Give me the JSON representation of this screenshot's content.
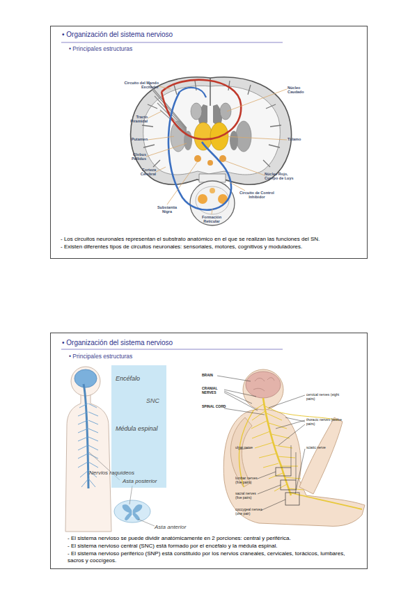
{
  "diagram": {
    "nodes": [
      {
        "text": [
          "• Organización del sistema nervioso",
          "• Principales estructuras",
          "- Los circuitos neuronales representan el substrato anatómico en el que se realizan las funciones del SN.",
          "- Existen diferentes tipos de circuitos neuronales: sensoriales, motores, cognitivos y moduladores."
        ]
      },
      {
        "text": [
          "• Organización del sistema nervioso",
          "• Principales estructuras",
          "- El sistema nervioso se puede dividir anatómicamente en 2 porciones: central y periférica.",
          "- El sistema nervioso central (SNC) está formado por el encéfalo y la médula espinal.",
          "- El sistema nervioso periférico (SNP) está constituido por los nervios craneales, cervicales, torácicos, lumbares, sacros y coccígeos."
        ]
      },
      {
        "text": [
          "Encéfalo",
          "SNC",
          "Médula espinal"
        ],
        "in": 1
      }
    ],
    "labels": [
      "Circuito del Mando Excitador",
      "Tracto Piramidal",
      "Putamen",
      "Globus Pallidus",
      "Corteza Cerebral",
      "Substantia Nigra",
      "Formación Reticular",
      "Circuito de Control Inhibidor",
      "Núcleo Rojo, Cuerpo de Luys",
      "Tálamo",
      "Núcleo Caudado",
      "Nervios raquídeos",
      "Asta posterior",
      "Asta anterior",
      "BRAIN",
      "CRANIAL NERVES",
      "SPINAL CORD",
      "cervical nerves (eight pairs)",
      "thoracic nerves (twelve pairs)",
      "ulnar nerve",
      "sciatic nerve",
      "lumbar nerves (five pairs)",
      "sacral nerves (five pairs)",
      "coccygeal nerves (one pair)"
    ]
  }
}
